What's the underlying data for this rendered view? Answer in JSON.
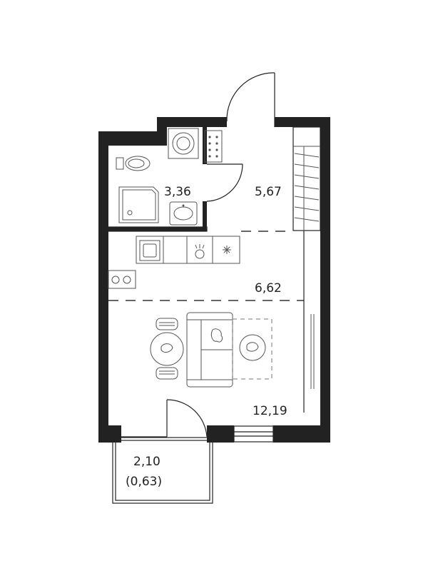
{
  "rooms": {
    "bathroom_area": "3,36",
    "hall_area": "5,67",
    "kitchen_area": "6,62",
    "living_area": "12,19",
    "balcony_area": "2,10",
    "balcony_reduced_area": "(0,63)"
  },
  "colors": {
    "walls": "#222222",
    "fixtures": "#555555",
    "background": "#ffffff"
  }
}
